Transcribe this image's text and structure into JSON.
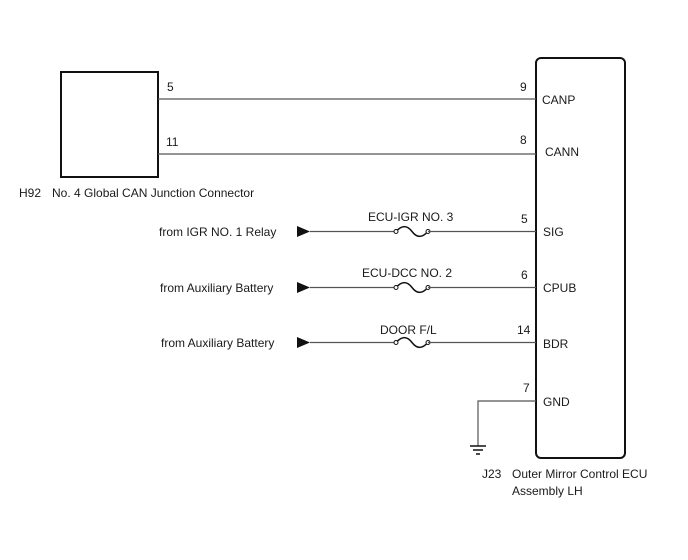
{
  "connector_h92": {
    "code": "H92",
    "name": "No. 4 Global CAN Junction Connector",
    "pins": [
      "5",
      "11"
    ]
  },
  "ecu_j23": {
    "code": "J23",
    "name_line1": "Outer Mirror Control ECU",
    "name_line2": "Assembly LH",
    "terminals": [
      {
        "pin": "9",
        "label": "CANP"
      },
      {
        "pin": "8",
        "label": "CANN"
      },
      {
        "pin": "5",
        "label": "SIG"
      },
      {
        "pin": "6",
        "label": "CPUB"
      },
      {
        "pin": "14",
        "label": "BDR"
      },
      {
        "pin": "7",
        "label": "GND"
      }
    ]
  },
  "sources": [
    {
      "text": "from IGR NO. 1 Relay",
      "fuse": "ECU-IGR NO. 3"
    },
    {
      "text": "from Auxiliary Battery",
      "fuse": "ECU-DCC NO. 2"
    },
    {
      "text": "from Auxiliary Battery",
      "fuse": "DOOR F/L"
    }
  ],
  "colors": {
    "wire": "#555555",
    "outline": "#111111",
    "text": "#1a1a1a"
  }
}
